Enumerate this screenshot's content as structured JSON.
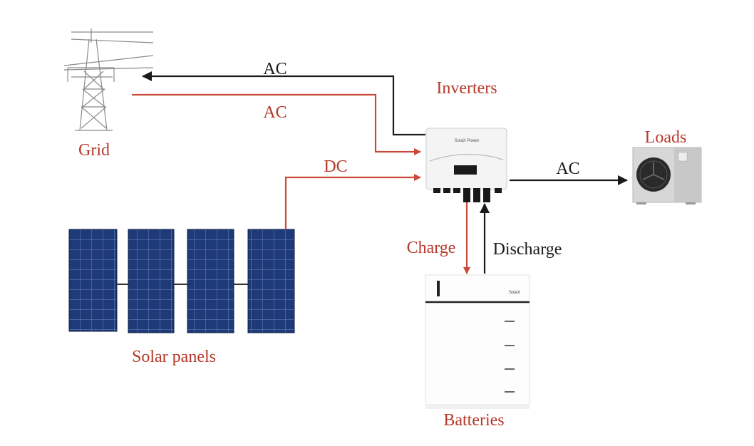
{
  "labels": {
    "grid": "Grid",
    "inverters": "Inverters",
    "loads": "Loads",
    "solar_panels": "Solar panels",
    "batteries": "Batteries",
    "ac_export": "AC",
    "ac_import": "AC",
    "dc": "DC",
    "ac_load": "AC",
    "charge": "Charge",
    "discharge": "Discharge"
  },
  "inverter_brand": "SolaX Power",
  "battery_brand": "SolaX",
  "colors": {
    "red": "#c84a3a",
    "dark": "#1a1a1a",
    "label_red": "#b5382a",
    "panel_blue": "#1e3a78",
    "panel_line": "#6f86b8"
  },
  "icons": [
    "transmission-tower-icon",
    "solar-panel-icon",
    "inverter-icon",
    "heat-pump-icon",
    "battery-stack-icon"
  ]
}
